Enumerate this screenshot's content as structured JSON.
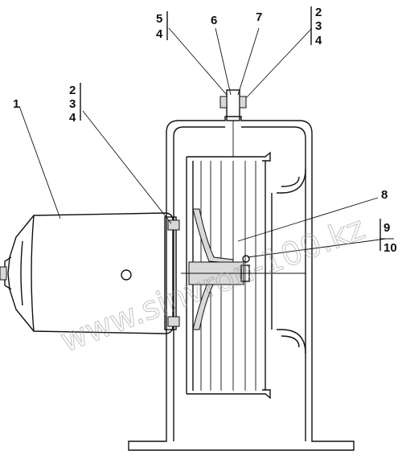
{
  "callouts": {
    "c1": "1",
    "c2a": "2",
    "c3a": "3",
    "c4a": "4",
    "c5": "5",
    "c4b": "4",
    "c6": "6",
    "c7": "7",
    "c2b": "2",
    "c3b": "3",
    "c4c": "4",
    "c8": "8",
    "c9": "9",
    "c10": "10"
  },
  "watermark": "www.sinvron-100.kz"
}
